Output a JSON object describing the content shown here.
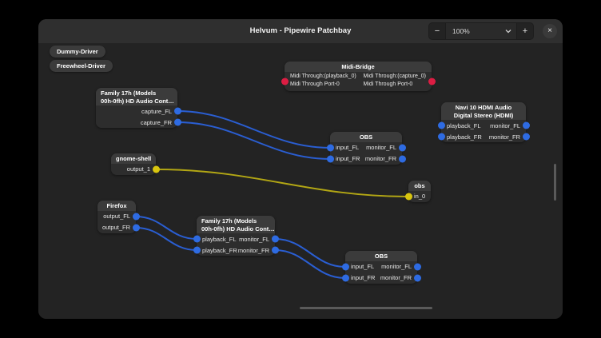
{
  "titlebar": {
    "title": "Helvum - Pipewire Patchbay",
    "zoom_out_label": "−",
    "zoom_level": "100%",
    "zoom_in_label": "+",
    "close_label": "×"
  },
  "drivers": [
    {
      "label": "Dummy-Driver"
    },
    {
      "label": "Freewheel-Driver"
    }
  ],
  "nodes": {
    "midi_bridge": {
      "title": "Midi-Bridge",
      "left_port": {
        "line1": "Midi Through:(playback_0)",
        "line2": "Midi Through Port-0"
      },
      "right_port": {
        "line1": "Midi Through:(capture_0)",
        "line2": "Midi Through Port-0"
      }
    },
    "family_capture": {
      "title_line1": "Family 17h (Models",
      "title_line2": "00h-0fh) HD Audio Cont…",
      "out_ports": [
        "capture_FL",
        "capture_FR"
      ]
    },
    "navi_hdmi": {
      "title_line1": "Navi 10 HDMI Audio",
      "title_line2": "Digital Stereo (HDMI)",
      "in_ports": [
        "playback_FL",
        "playback_FR"
      ],
      "out_ports": [
        "monitor_FL",
        "monitor_FR"
      ]
    },
    "obs_top": {
      "title": "OBS",
      "in_ports": [
        "input_FL",
        "input_FR"
      ],
      "out_ports": [
        "monitor_FL",
        "monitor_FR"
      ]
    },
    "gnome_shell": {
      "title": "gnome-shell",
      "out_ports": [
        "output_1"
      ]
    },
    "obs_video": {
      "title": "obs",
      "in_ports": [
        "in_0"
      ]
    },
    "firefox": {
      "title": "Firefox",
      "out_ports": [
        "output_FL",
        "output_FR"
      ]
    },
    "family_playback": {
      "title_line1": "Family 17h (Models",
      "title_line2": "00h-0fh) HD Audio Cont…",
      "in_ports": [
        "playback_FL",
        "playback_FR"
      ],
      "out_ports": [
        "monitor_FL",
        "monitor_FR"
      ]
    },
    "obs_bottom": {
      "title": "OBS",
      "in_ports": [
        "input_FL",
        "input_FR"
      ],
      "out_ports": [
        "monitor_FL",
        "monitor_FR"
      ]
    }
  },
  "colors": {
    "audio_port": "#2e6be2",
    "midi_port": "#dc1d43",
    "video_port": "#d9c60f",
    "audio_wire": "#2a5ed2",
    "video_wire": "#b3a714"
  },
  "connections": [
    {
      "from": "Family 17h capture_FL",
      "to": "OBS input_FL",
      "type": "audio"
    },
    {
      "from": "Family 17h capture_FR",
      "to": "OBS input_FR",
      "type": "audio"
    },
    {
      "from": "gnome-shell output_1",
      "to": "obs in_0",
      "type": "video"
    },
    {
      "from": "Firefox output_FL",
      "to": "Family 17h playback_FL",
      "type": "audio"
    },
    {
      "from": "Firefox output_FR",
      "to": "Family 17h playback_FR",
      "type": "audio"
    },
    {
      "from": "Family 17h monitor_FL",
      "to": "OBS input_FL",
      "type": "audio"
    },
    {
      "from": "Family 17h monitor_FR",
      "to": "OBS input_FR",
      "type": "audio"
    }
  ]
}
